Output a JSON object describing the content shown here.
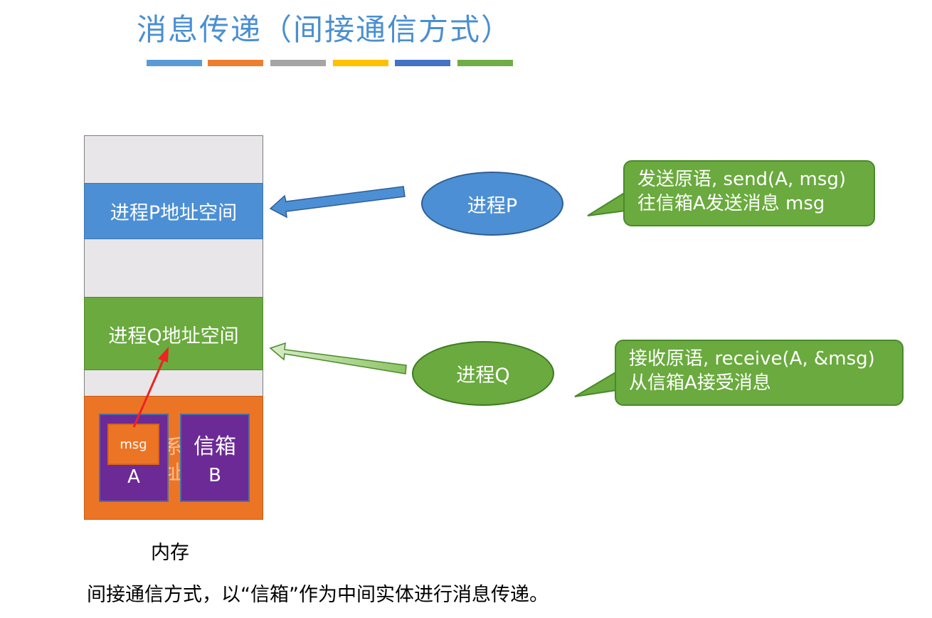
{
  "title": "消息传递（间接通信方式）",
  "colors": {
    "bars": [
      "#5b9bd5",
      "#ed7d31",
      "#a5a5a5",
      "#ffc000",
      "#4472c4",
      "#70ad47"
    ],
    "blue": "#4c8fd4",
    "green": "#6aaa3e",
    "orange": "#ec7525",
    "purple": "#6c2a96",
    "red": "#ee2222"
  },
  "memory": {
    "region_p": "进程P地址空间",
    "region_q": "进程Q地址空间",
    "os_fragment_1": "系统",
    "os_fragment_2": "址",
    "mailbox_a_letter": "A",
    "mailbox_b_title": "信箱",
    "mailbox_b_letter": "B",
    "msg": "msg",
    "label": "内存"
  },
  "processes": {
    "p": "进程P",
    "q": "进程Q"
  },
  "callouts": {
    "p_line1": "发送原语, send(A, msg)",
    "p_line2": "往信箱A发送消息 msg",
    "q_line1": "接收原语, receive(A, &msg)",
    "q_line2": "从信箱A接受消息"
  },
  "footnote": "间接通信方式，以“信箱”作为中间实体进行消息传递。"
}
